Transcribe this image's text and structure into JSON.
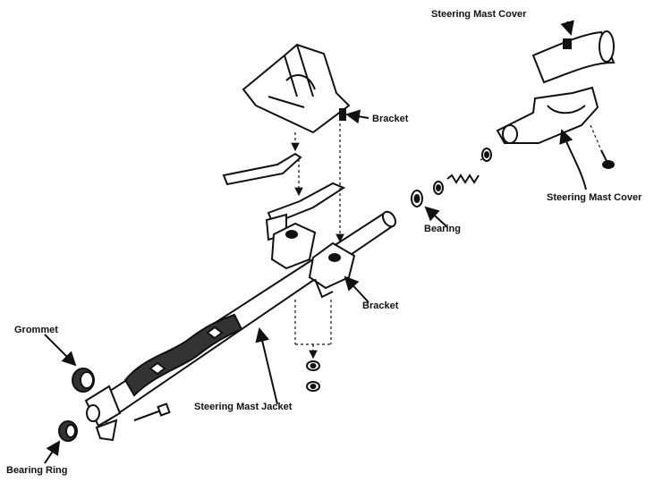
{
  "labels": {
    "mast_cover_top": "Steering Mast Cover",
    "bracket_top": "Bracket",
    "mast_cover_right": "Steering Mast Cover",
    "bearing": "Bearing",
    "bracket_mid": "Bracket",
    "grommet": "Grommet",
    "mast_jacket": "Steering Mast Jacket",
    "bearing_ring": "Bearing Ring"
  },
  "colors": {
    "ink": "#111111",
    "paper": "#ffffff",
    "shade": "#444444"
  }
}
